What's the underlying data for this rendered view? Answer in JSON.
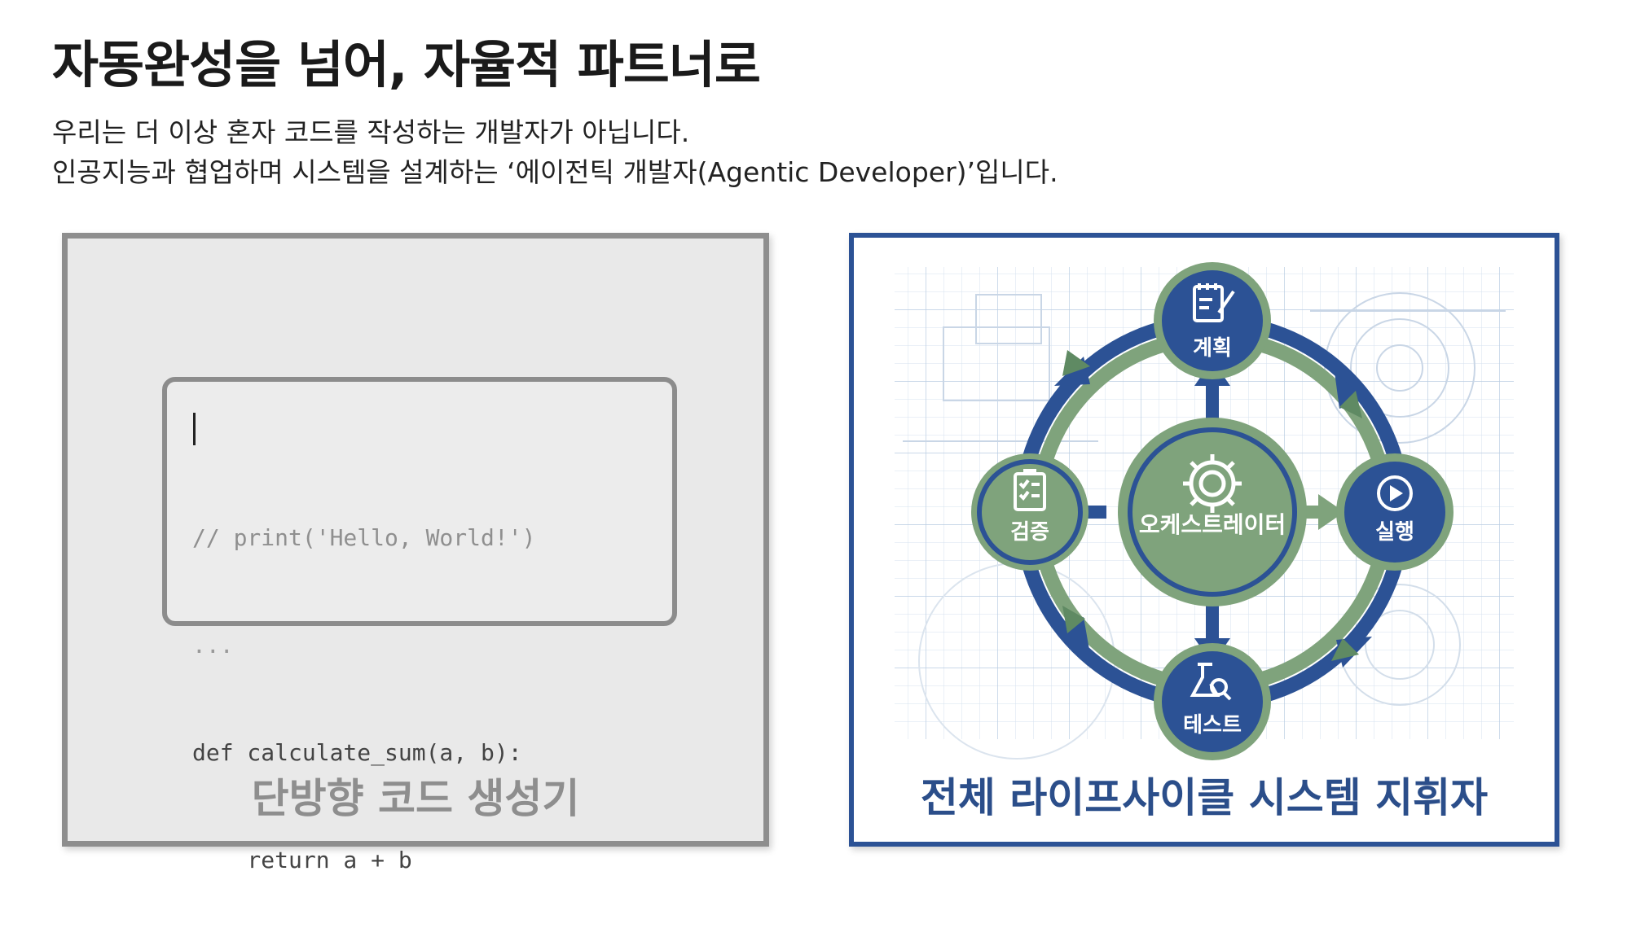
{
  "header": {
    "title": "자동완성을 넘어, 자율적 파트너로",
    "subtitle_line1": "우리는 더 이상 혼자 코드를 작성하는 개발자가 아닙니다.",
    "subtitle_line2": "인공지능과 협업하며 시스템을 설계하는 ‘에이전틱 개발자(Agentic Developer)’입니다."
  },
  "left_panel": {
    "code_lines": {
      "comment": "// print('Hello, World!')",
      "ellipsis": "...",
      "def": "def calculate_sum(a, b):",
      "ret": "    return a + b"
    },
    "caption": "단방향 코드 생성기"
  },
  "right_panel": {
    "center_label": "오케스트레이터",
    "nodes": {
      "plan": "계획",
      "execute": "실행",
      "test": "테스트",
      "verify": "검증"
    },
    "caption": "전체 라이프사이클 시스템 지휘자",
    "colors": {
      "navy": "#2c5295",
      "green": "#7fa37c",
      "green_dark": "#5f8a63",
      "border": "#2c5295"
    }
  }
}
